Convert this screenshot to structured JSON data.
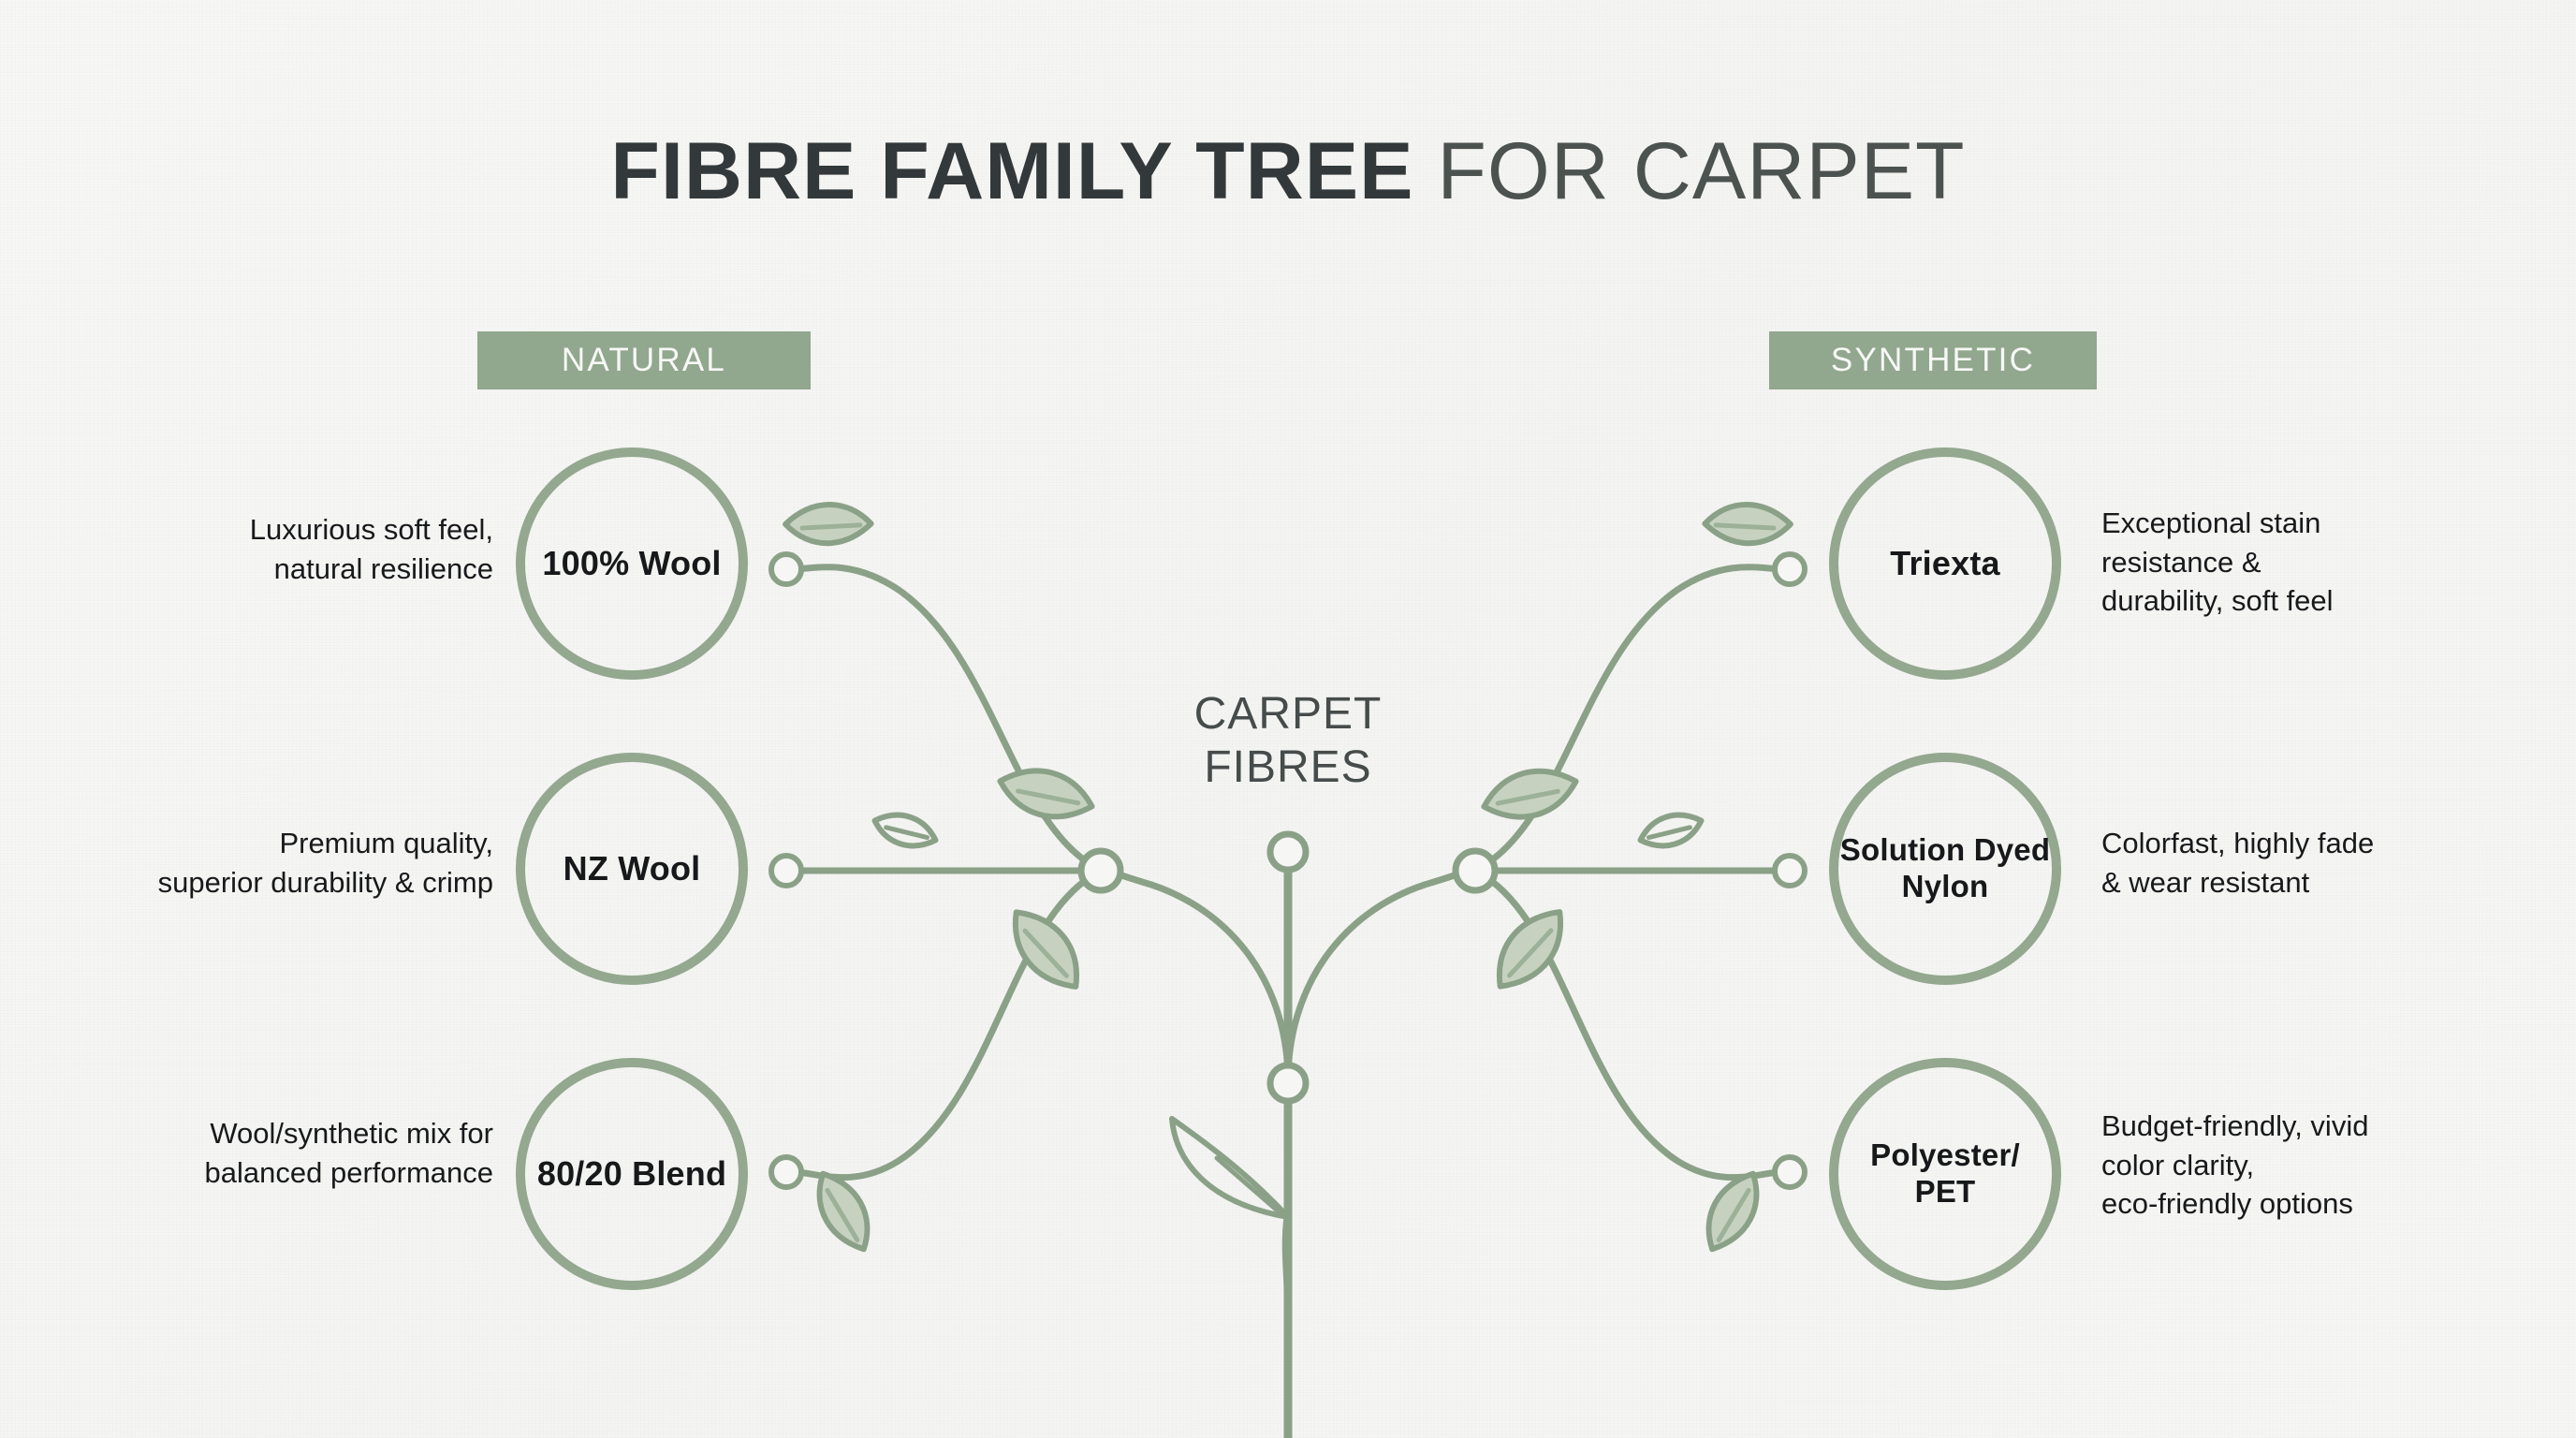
{
  "title": {
    "strong": "FIBRE FAMILY TREE",
    "light": " FOR CARPET"
  },
  "center": {
    "label": "CARPET\nFIBRES"
  },
  "categories": {
    "natural": "NATURAL",
    "synthetic": "SYNTHETIC"
  },
  "colors": {
    "background": "#f6f6f4",
    "sage": "#8aa187",
    "badge_green": "#91a78e",
    "circle_ring": "#93a88f",
    "leaf_fill": "#c6d2bf",
    "title_text": "#3c4241",
    "body_text": "#17191b"
  },
  "branches": {
    "natural": [
      {
        "name": "100%\nWool",
        "description": "Luxurious soft feel,\nnatural resilience"
      },
      {
        "name": "NZ\nWool",
        "description": "Premium quality,\nsuperior durability & crimp"
      },
      {
        "name": "80/20\nBlend",
        "description": "Wool/synthetic mix for\nbalanced performance"
      }
    ],
    "synthetic": [
      {
        "name": "Triexta",
        "description": "Exceptional stain\nresistance &\ndurability, soft feel"
      },
      {
        "name": "Solution\nDyed\nNylon",
        "description": "Colorfast, highly fade\n& wear resistant"
      },
      {
        "name": "Polyester/\nPET",
        "description": "Budget-friendly, vivid\ncolor clarity,\neco-friendly options"
      }
    ]
  },
  "icons": {
    "leaf": "leaf-icon",
    "node": "node-icon",
    "stem": "stem-icon"
  }
}
